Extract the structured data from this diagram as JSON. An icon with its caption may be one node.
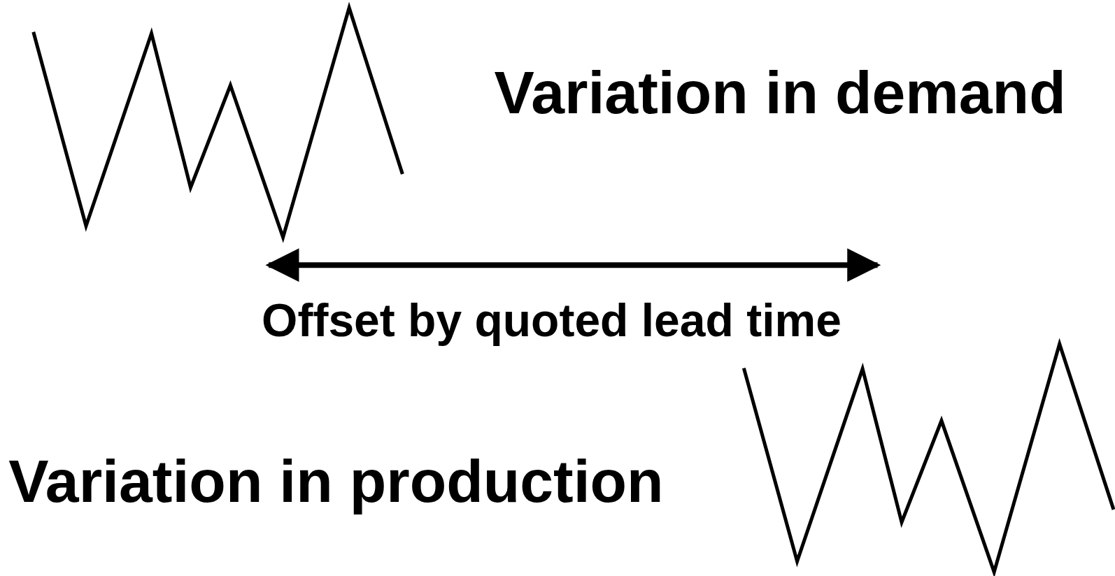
{
  "diagram": {
    "labels": [
      "Variation in demand",
      "Offset by quoted lead time",
      "Variation in production"
    ]
  }
}
